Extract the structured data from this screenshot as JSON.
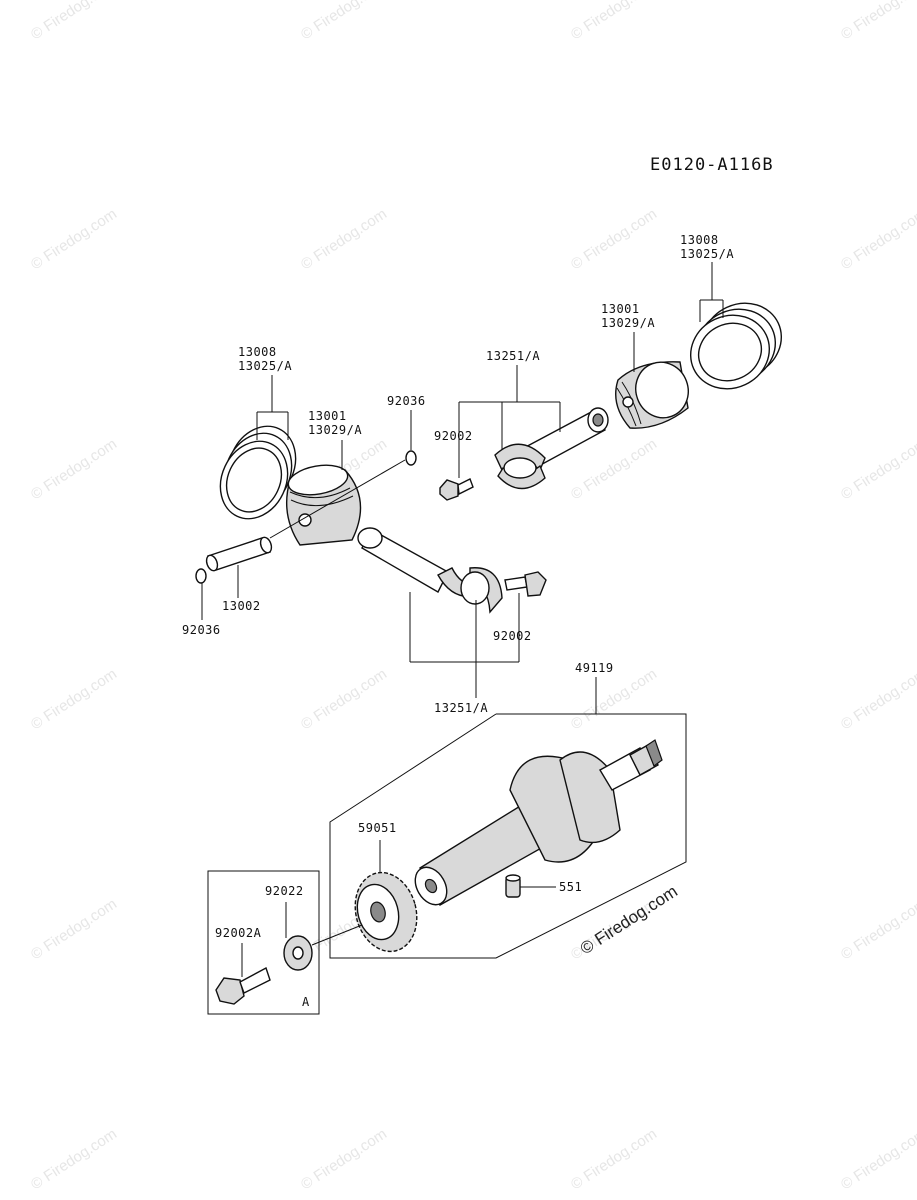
{
  "diagram_code": "E0120-A116B",
  "watermark": "© Firedog.com",
  "box_label": "A",
  "labels": {
    "ring_left_1": "13008",
    "ring_left_2": "13025/A",
    "piston_left_1": "13001",
    "piston_left_2": "13029/A",
    "clip_top": "92036",
    "clip_bottom": "92036",
    "pin": "13002",
    "rod_top": "13251/A",
    "bolt_top": "92002",
    "ring_right_1": "13008",
    "ring_right_2": "13025/A",
    "piston_right_1": "13001",
    "piston_right_2": "13029/A",
    "bolt_bottom": "92002",
    "rod_bottom": "13251/A",
    "crankshaft": "49119",
    "gear": "59051",
    "dowel": "551",
    "washer": "92022",
    "flange_bolt": "92002A"
  }
}
